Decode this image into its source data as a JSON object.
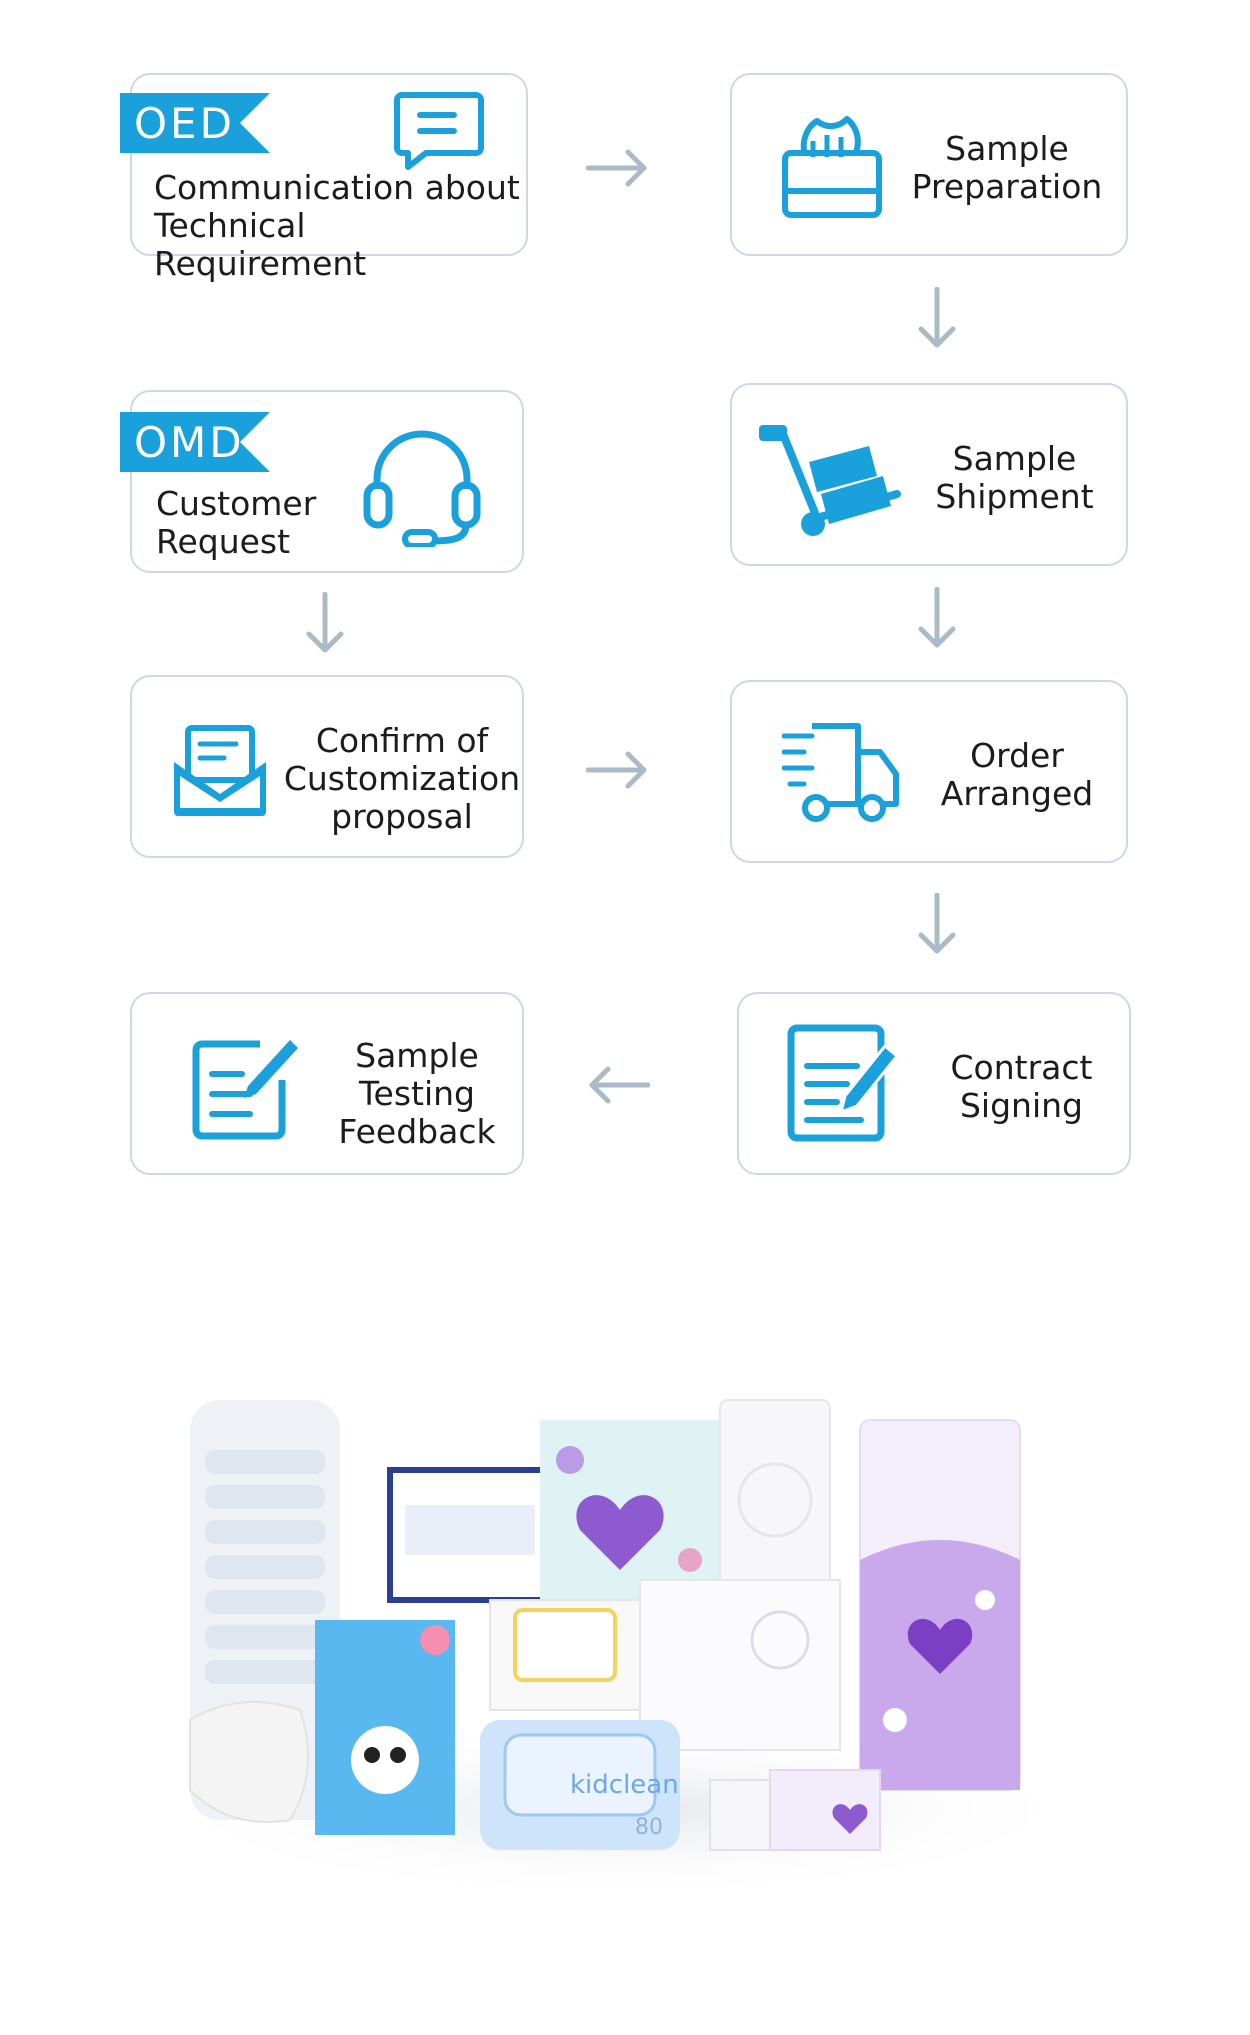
{
  "badges": {
    "oed": "OED",
    "omd": "OMD"
  },
  "steps": {
    "oed_communication": "Communication about\nTechnical Requirement",
    "sample_preparation": "Sample\nPreparation",
    "omd_customer_request": "Customer\nRequest",
    "sample_shipment": "Sample\nShipment",
    "confirm_customization": "Confirm of\nCustomization\nproposal",
    "order_arranged": "Order\nArranged",
    "sample_testing_feedback": "Sample\nTesting\nFeedback",
    "contract_signing": "Contract\nSigning"
  },
  "products": {
    "brand": "kidclean",
    "count": "80"
  },
  "colors": {
    "accent": "#1aa0db",
    "border": "#cfd8e0",
    "arrow": "#aabbc8"
  }
}
